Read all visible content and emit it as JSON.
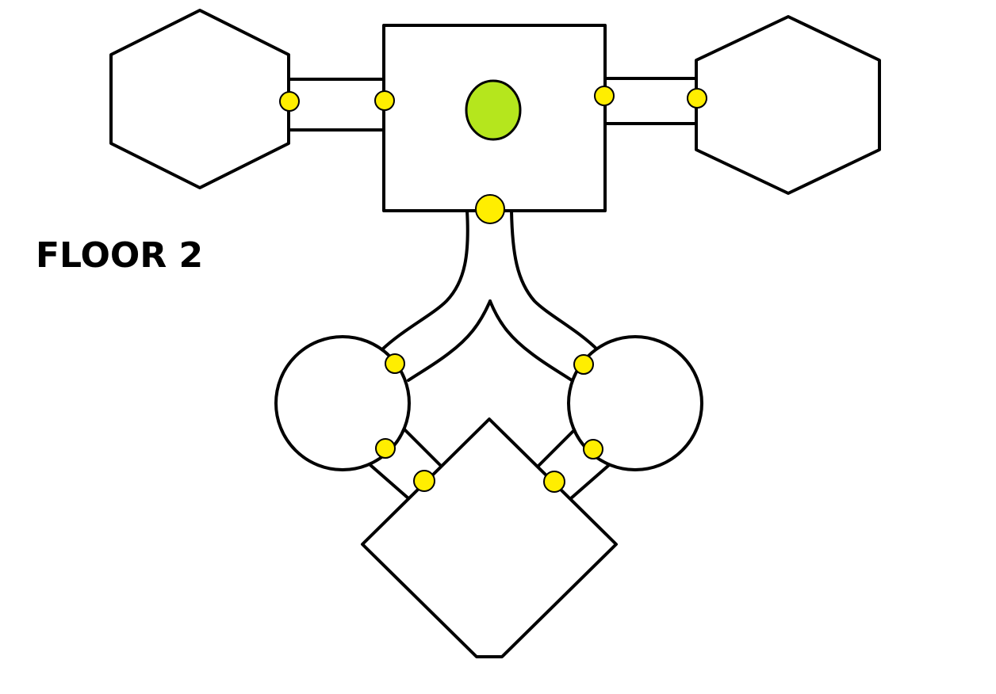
{
  "floor_label": "FLOOR 2",
  "colors": {
    "door": "#ffee00",
    "marker": "#b5e61d",
    "outline": "#000000",
    "background": "#ffffff"
  },
  "rooms": [
    {
      "name": "west-hexagon-room",
      "shape": "hexagon"
    },
    {
      "name": "central-square-room",
      "shape": "rectangle"
    },
    {
      "name": "east-hexagon-room",
      "shape": "hexagon"
    },
    {
      "name": "left-circle-room",
      "shape": "circle"
    },
    {
      "name": "right-circle-room",
      "shape": "circle"
    },
    {
      "name": "bottom-diamond-room",
      "shape": "diamond"
    }
  ],
  "doors": 11,
  "markers": 1
}
